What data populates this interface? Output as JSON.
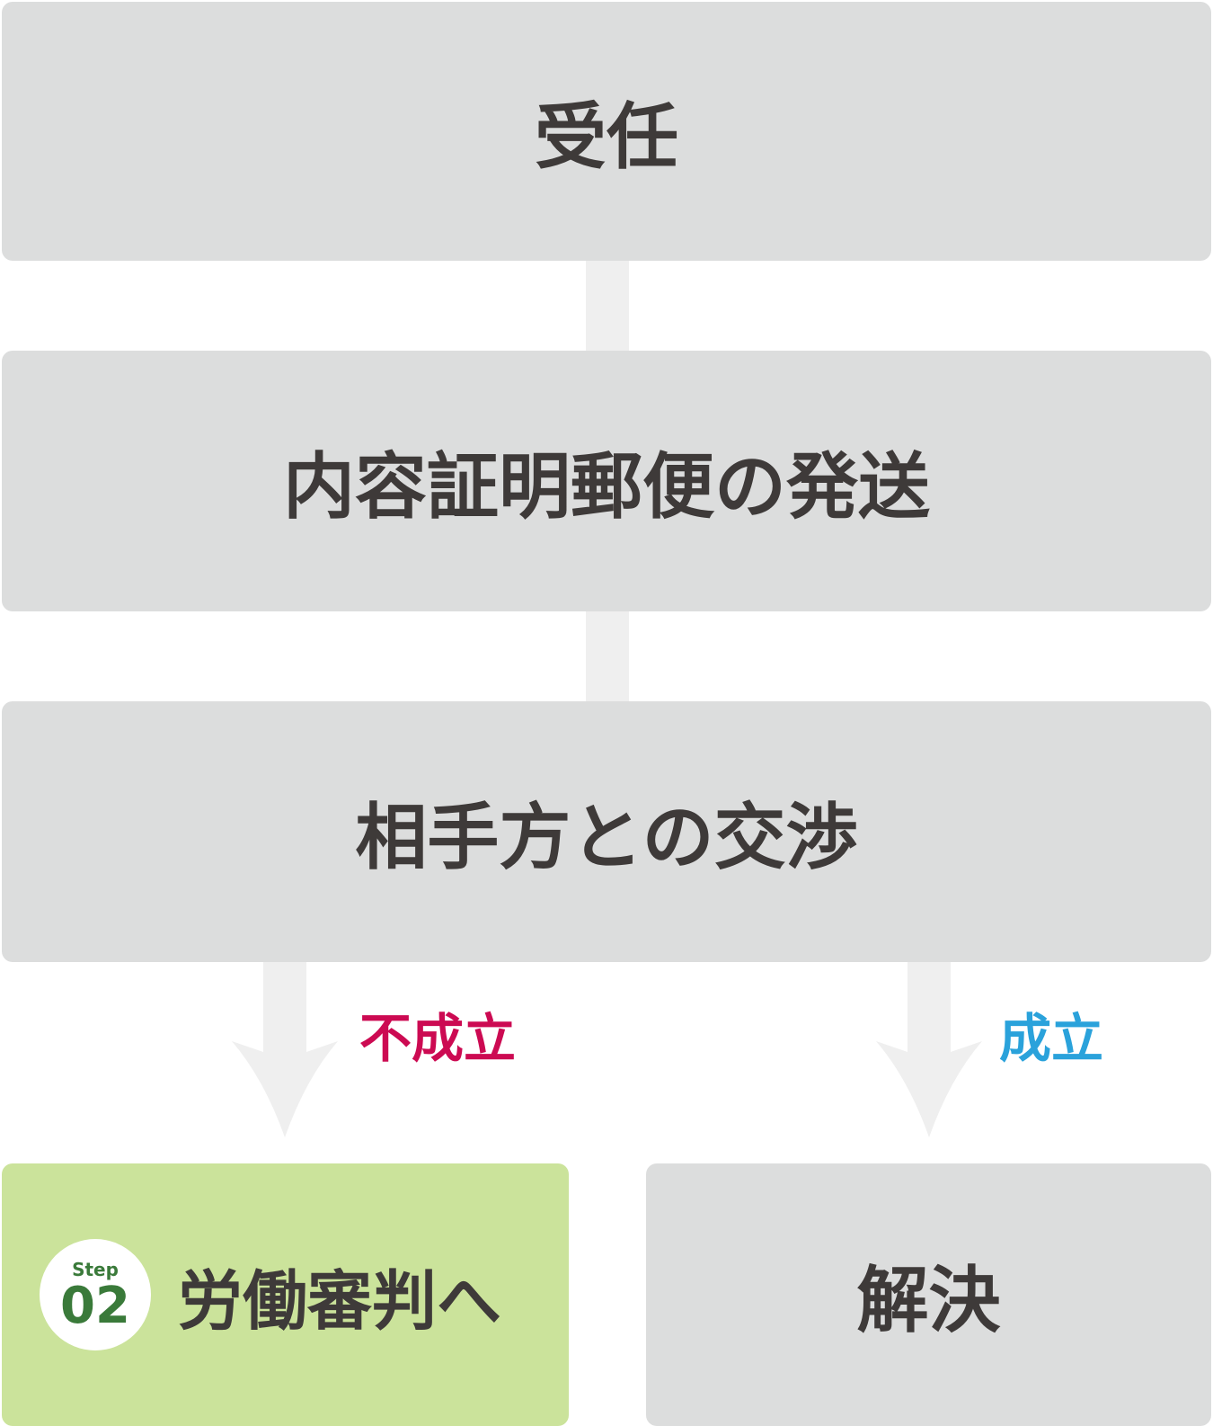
{
  "steps": {
    "accept": "受任",
    "letter": "内容証明郵便の発送",
    "negotiation": "相手方との交渉",
    "tribunal": "労働審判へ",
    "resolved": "解決"
  },
  "branches": {
    "fail": "不成立",
    "success": "成立"
  },
  "badge": {
    "word": "Step",
    "number": "02"
  },
  "colors": {
    "box_gray": "#dcdddd",
    "box_green": "#cbe39b",
    "connector": "#efefef",
    "fail_label": "#cc0a52",
    "success_label": "#2aa2db",
    "badge_text": "#3a7a3a",
    "main_text": "#3e3a39"
  }
}
